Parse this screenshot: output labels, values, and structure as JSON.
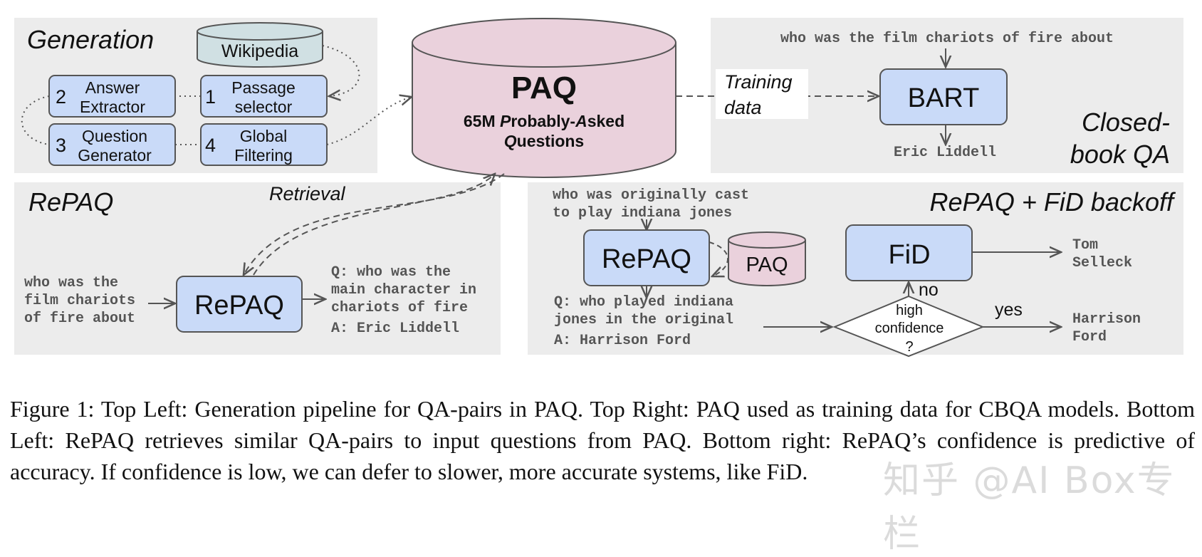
{
  "generation": {
    "title": "Generation",
    "wikipedia": "Wikipedia",
    "steps": [
      {
        "num": "2",
        "line1": "Answer",
        "line2": "Extractor"
      },
      {
        "num": "1",
        "line1": "Passage",
        "line2": "selector"
      },
      {
        "num": "3",
        "line1": "Question",
        "line2": "Generator"
      },
      {
        "num": "4",
        "line1": "Global",
        "line2": "Filtering"
      }
    ]
  },
  "paq": {
    "title": "PAQ",
    "sub1_pre": "65M ",
    "sub1_i1": "P",
    "sub1_mid": "robably-",
    "sub1_i2": "A",
    "sub1_post": "sked",
    "sub2_i": "Q",
    "sub2_post": "uestions",
    "small_label": "PAQ"
  },
  "closed_book": {
    "question": "who was the film chariots of fire about",
    "training_line1": "Training",
    "training_line2": "data",
    "model": "BART",
    "answer": "Eric Liddell",
    "title_line1": "Closed-",
    "title_line2": "book QA"
  },
  "repaq": {
    "title": "RePAQ",
    "retrieval": "Retrieval",
    "input_lines": [
      "who was the",
      "film chariots",
      "of fire about"
    ],
    "model": "RePAQ",
    "output_lines": [
      "Q: who was the",
      "main character in",
      "chariots of fire",
      "A: Eric Liddell"
    ]
  },
  "backoff": {
    "title": "RePAQ + FiD backoff",
    "question_lines": [
      "who was originally cast",
      "to play indiana jones"
    ],
    "model": "RePAQ",
    "retrieved_lines": [
      "Q: who played indiana",
      "jones in the original",
      "A: Harrison Ford"
    ],
    "fid": "FiD",
    "decision_lines": [
      "high",
      "confidence",
      "?"
    ],
    "no": "no",
    "yes": "yes",
    "fid_answer_lines": [
      "Tom",
      "Selleck"
    ],
    "repaq_answer_lines": [
      "Harrison",
      "Ford"
    ]
  },
  "caption": "Figure 1: Top Left: Generation pipeline for QA-pairs in PAQ. Top Right: PAQ used as training data for CBQA models. Bottom Left: RePAQ retrieves similar QA-pairs to input questions from PAQ. Bottom right: RePAQ’s confidence is predictive of accuracy. If confidence is low, we can defer to slower, more accurate systems, like FiD.",
  "watermark": "知乎 @AI Box专栏",
  "colors": {
    "box_fill": "#c9daf8",
    "cylinder_fill": "#ead1dc",
    "wikipedia_fill": "#d0e0e3",
    "panel_fill": "#ececec"
  }
}
